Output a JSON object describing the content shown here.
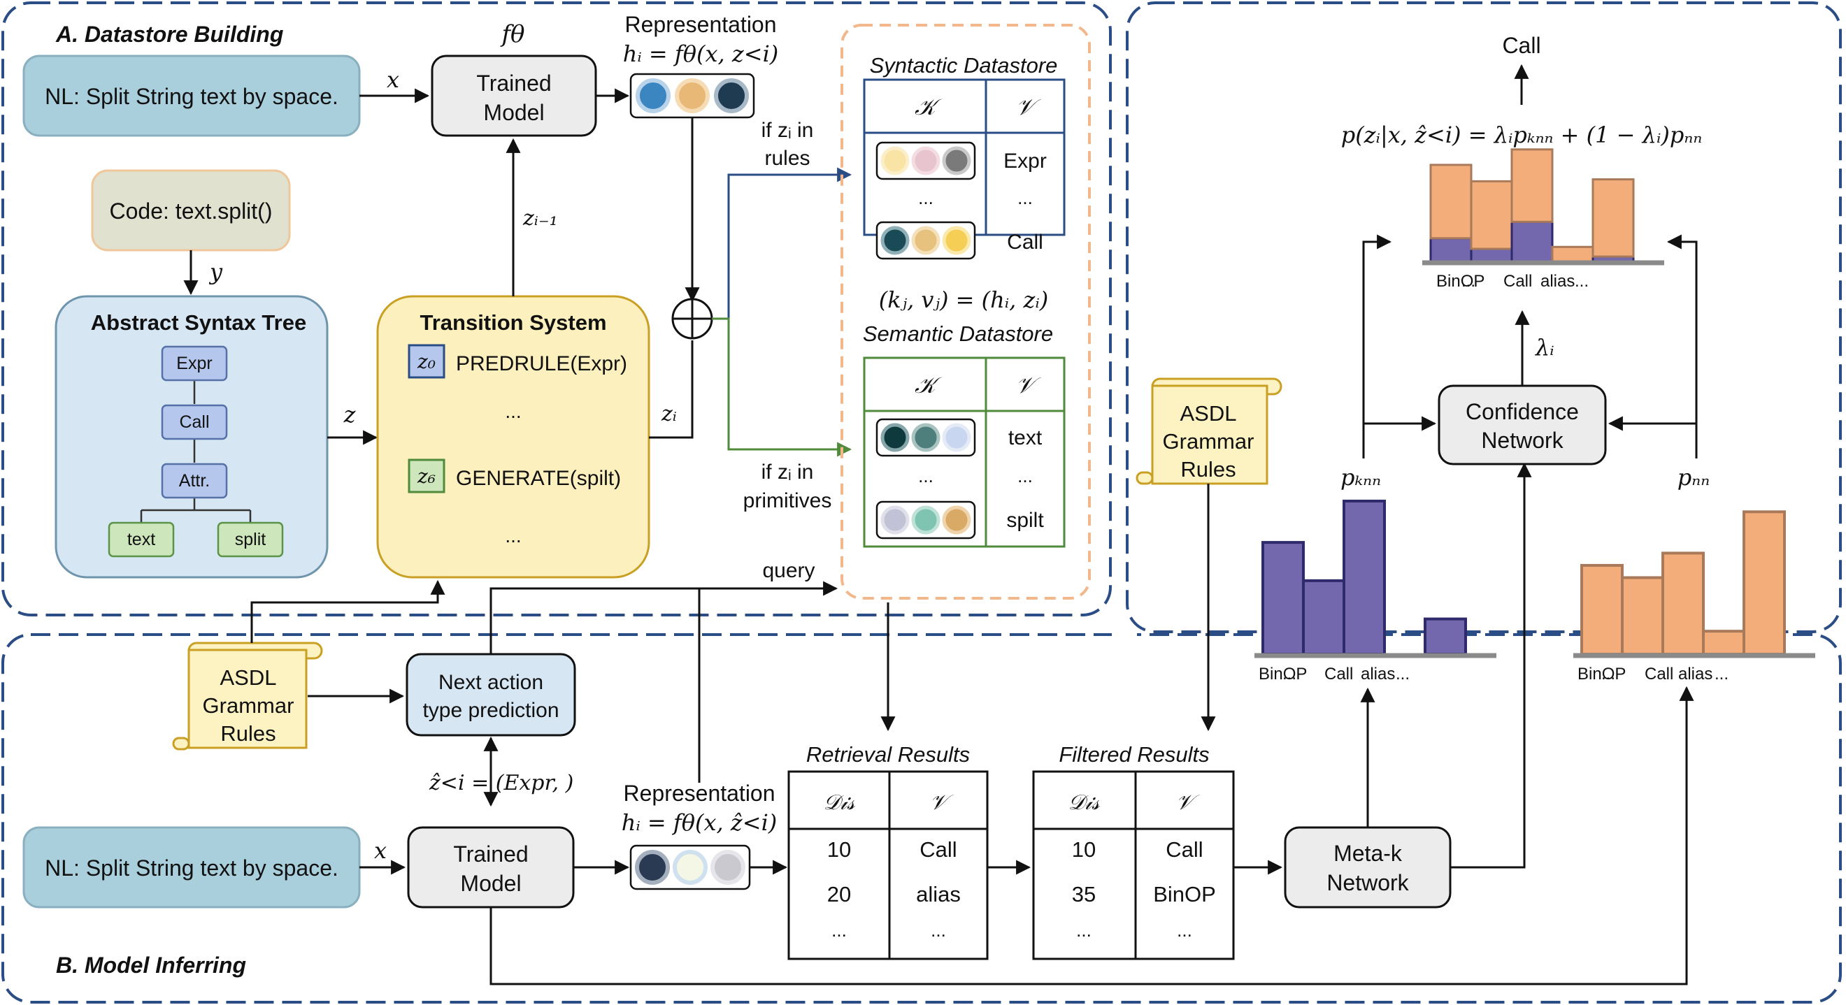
{
  "panel_a": {
    "title": "A.  Datastore Building",
    "nl_input": "NL: Split String text by space.",
    "code_input": "Code: text.split()",
    "label_x": "x",
    "label_y": "y",
    "label_z": "z",
    "f_theta": "fθ",
    "trained_model": [
      "Trained",
      "Model"
    ],
    "representation_title": "Representation",
    "representation_formula": "hᵢ = fθ(x, z<i)",
    "z_prev": "zᵢ₋₁",
    "z_i": "zᵢ",
    "ast": {
      "title": "Abstract Syntax Tree",
      "nodes": [
        "Expr",
        "Call",
        "Attr.",
        "text",
        "split"
      ]
    },
    "transition": {
      "title": "Transition System",
      "rows": [
        {
          "tag": "z₀",
          "text": "PREDRULE(Expr)"
        },
        {
          "tag": "",
          "text": "..."
        },
        {
          "tag": "z₆",
          "text": "GENERATE(spilt)"
        },
        {
          "tag": "",
          "text": "..."
        }
      ]
    },
    "if_rules": [
      "if zᵢ in",
      "rules"
    ],
    "if_primitives": [
      "if zᵢ in",
      "primitives"
    ],
    "syntactic_datastore": {
      "title": "Syntactic Datastore",
      "headers": [
        "𝒦",
        "𝒱"
      ],
      "values": [
        "Expr",
        "...",
        "Call"
      ],
      "key_dots": "..."
    },
    "kv_formula": "(kⱼ, vⱼ) = (hᵢ, zᵢ)",
    "semantic_datastore": {
      "title": "Semantic Datastore",
      "headers": [
        "𝒦",
        "𝒱"
      ],
      "values": [
        "text",
        "...",
        "spilt"
      ],
      "key_dots": "..."
    }
  },
  "panel_b": {
    "title": "B.  Model Inferring",
    "asdl_rules": [
      "ASDL",
      "Grammar",
      "Rules"
    ],
    "next_action": [
      "Next action",
      "type prediction"
    ],
    "z_hat_label": "ẑ<i = (Expr, )",
    "nl_input": "NL: Split String text by space.",
    "label_x": "x",
    "trained_model": [
      "Trained",
      "Model"
    ],
    "representation_title": "Representation",
    "representation_formula": "hᵢ = fθ(x, ẑ<i)",
    "query": "query",
    "retrieval": {
      "title": "Retrieval Results",
      "headers": [
        "𝒟𝒾𝓈",
        "𝒱"
      ],
      "rows": [
        [
          "10",
          "Call"
        ],
        [
          "20",
          "alias"
        ],
        [
          "...",
          "..."
        ]
      ]
    },
    "filtered": {
      "title": "Filtered Results",
      "headers": [
        "𝒟𝒾𝓈",
        "𝒱"
      ],
      "rows": [
        [
          "10",
          "Call"
        ],
        [
          "35",
          "BinOP"
        ],
        [
          "...",
          "..."
        ]
      ]
    },
    "meta_k": [
      "Meta-k",
      "Network"
    ],
    "asdl_rules_right": [
      "ASDL",
      "Grammar",
      "Rules"
    ]
  },
  "right_panel": {
    "output": "Call",
    "formula": "p(zᵢ|x, ẑ<i) = λᵢpₖₙₙ + (1 − λᵢ)pₙₙ",
    "confidence": [
      "Confidence",
      "Network"
    ],
    "lambda": "λᵢ",
    "p_knn": "pₖₙₙ",
    "p_nn": "pₙₙ",
    "axis_labels": [
      "BinOP",
      "...",
      "Call",
      "alias",
      "..."
    ]
  },
  "chart_data": [
    {
      "type": "bar",
      "name_label": "pₖₙₙ",
      "categories": [
        "BinOP",
        "...",
        "Call",
        "alias",
        "..."
      ],
      "values": [
        0.73,
        0.48,
        1.0,
        0,
        0.23
      ],
      "ylim": [
        0,
        1.05
      ]
    },
    {
      "type": "bar",
      "name_label": "pₙₙ",
      "categories": [
        "BinOP",
        "...",
        "Call",
        "alias",
        "..."
      ],
      "values": [
        0.58,
        0.5,
        0.66,
        0.15,
        0.93
      ],
      "ylim": [
        0,
        1.05
      ]
    },
    {
      "type": "bar",
      "stacked": true,
      "categories": [
        "BinOP",
        "...",
        "Call",
        "alias",
        "..."
      ],
      "series": [
        {
          "values": [
            0.24,
            0.13,
            0.41,
            0,
            0.05
          ]
        },
        {
          "values": [
            0.76,
            0.7,
            0.75,
            0.15,
            0.8
          ]
        }
      ],
      "ylim": [
        0,
        1.05
      ]
    }
  ],
  "colors": {
    "panel_border": "#2b4d86",
    "nl_fill": "#a9cfdd",
    "code_fill": "#e0e2cf",
    "ast_fill": "#d6e6f3",
    "transition_fill": "#fdf0bf",
    "scroll_fill": "#fdf3c2",
    "gray_box": "#ececec",
    "node_blue": "#b5c7ec",
    "node_green": "#cde6bc",
    "purple": "#7367ad",
    "orange": "#f3ad7a",
    "dash_orange": "#f2b88c",
    "syntactic_border": "#2b4d86",
    "semantic_border": "#4f8b3a",
    "rules_arrow": "#2b4d86",
    "primitives_arrow": "#4f8b3a"
  }
}
